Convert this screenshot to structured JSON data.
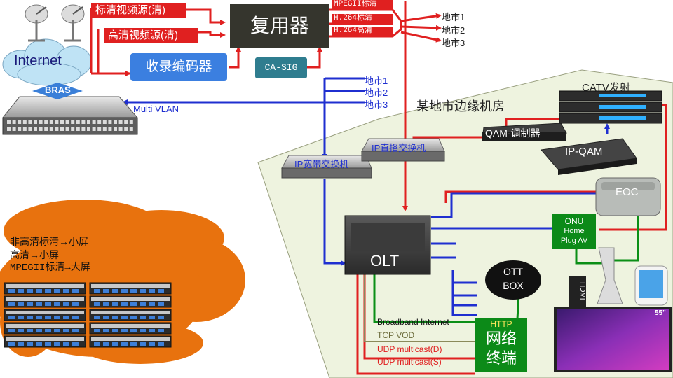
{
  "colors": {
    "red": "#e02020",
    "blue": "#1f2fd0",
    "green": "#0b8f16",
    "dark_green": "#0c8a18",
    "mux_bg": "#35352d",
    "encoder_bg": "#3b7fe0",
    "casig_bg": "#2f7d8f",
    "room_bg": "#eef3df",
    "cloud_orange": "#e8720e",
    "internet_cloud": "#bfe3f5",
    "bras_blue": "#3a7fd8"
  },
  "sources": {
    "sd_label": "标清视频源(清)",
    "hd_label": "高清视频源(清)"
  },
  "internet": {
    "label": "Internet",
    "bras_label": "BRAS"
  },
  "encoder": {
    "label": "收录编码器"
  },
  "mux": {
    "label": "复用器"
  },
  "casig": {
    "label": "CA-SIG"
  },
  "streams": [
    "MPEGII标清",
    "H.264标清",
    "H.264高清"
  ],
  "cities_top": [
    "地市1",
    "地市2",
    "地市3"
  ],
  "cities_mid": [
    "地市1",
    "地市2",
    "地市3"
  ],
  "multi_vlan": "Multi VLAN",
  "room_title": "某地市边缘机房",
  "catv_label": "CATV发射",
  "qam_mod_label": "QAM-调制器",
  "ipqam_label": "IP-QAM",
  "ip_live_switch": "IP直播交换机",
  "ip_broadband_switch": "IP宽带交换机",
  "eoc_label": "EOC",
  "onu": {
    "line1": "ONU",
    "line2": "Home",
    "line3": "Plug AV"
  },
  "olt_label": "OLT",
  "ott": {
    "line1": "OTT",
    "line2": "BOX"
  },
  "hdmi_label": "HDMI",
  "tv_badge": "55\"",
  "http_terminal": {
    "line1": "HTTP",
    "line2": "网络",
    "line3": "终端"
  },
  "service_lines": [
    "Broadband Internet",
    "TCP VOD",
    "UDP multicast(D)",
    "UDP multicast(S)"
  ],
  "storage_notes": [
    "非高清标清→小屏",
    "高清→小屏",
    "MPEGII标清→大屏"
  ]
}
